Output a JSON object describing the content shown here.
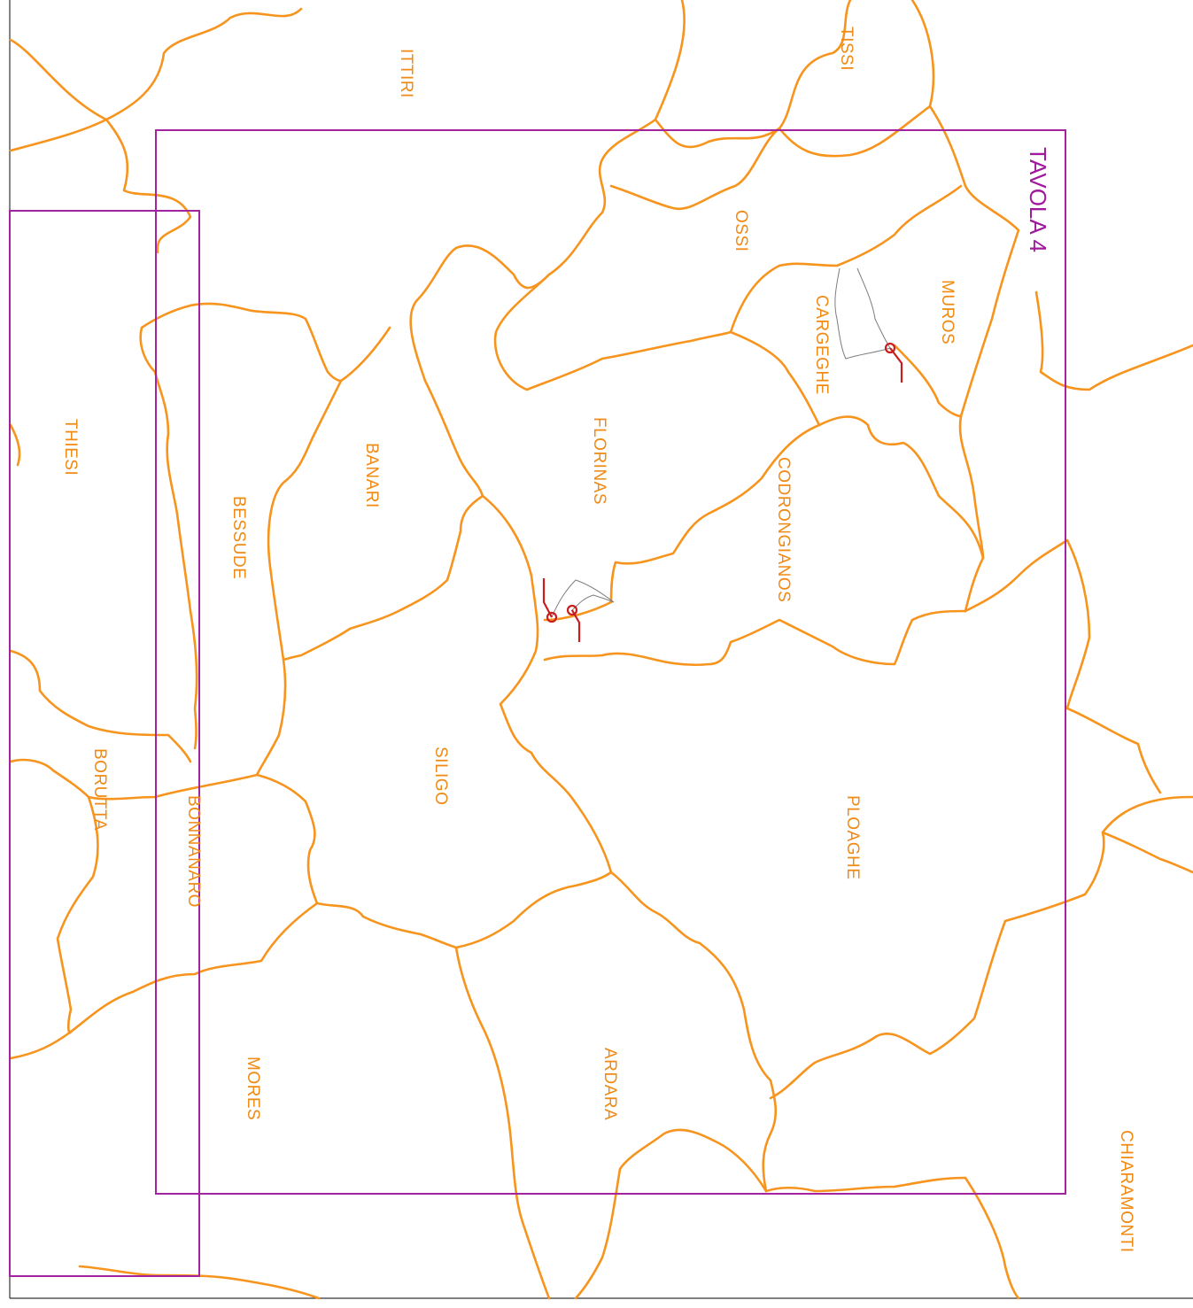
{
  "sheet": {
    "label": "TAVOLA 4",
    "frame_color": "#a3249e",
    "label_color": "#a0189c"
  },
  "boundary_color": "#f7941d",
  "label_color": "#f08a14",
  "comuni": [
    {
      "id": "ittiri",
      "name": "ITTIRI"
    },
    {
      "id": "tissi",
      "name": "TISSI"
    },
    {
      "id": "ossi",
      "name": "OSSI"
    },
    {
      "id": "muros",
      "name": "MUROS"
    },
    {
      "id": "cargeghe",
      "name": "CARGEGHE"
    },
    {
      "id": "florinas",
      "name": "FLORINAS"
    },
    {
      "id": "codrongianos",
      "name": "CODRONGIANOS"
    },
    {
      "id": "banari",
      "name": "BANARI"
    },
    {
      "id": "bessude",
      "name": "BESSUDE"
    },
    {
      "id": "thiesi",
      "name": "THIESI"
    },
    {
      "id": "siligo",
      "name": "SILIGO"
    },
    {
      "id": "borutta",
      "name": "BORUTTA"
    },
    {
      "id": "bonnanaro",
      "name": "BONNANARO"
    },
    {
      "id": "ploaghe",
      "name": "PLOAGHE"
    },
    {
      "id": "mores",
      "name": "MORES"
    },
    {
      "id": "ardara",
      "name": "ARDARA"
    },
    {
      "id": "chiaramonti",
      "name": "CHIARAMONTI"
    }
  ]
}
